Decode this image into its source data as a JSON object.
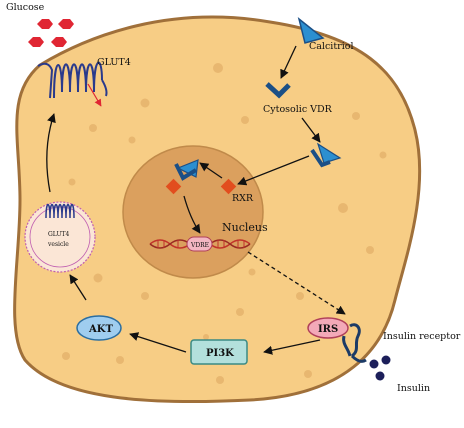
{
  "labels": {
    "glucose": "Glucose",
    "glut4": "GLUT4",
    "calcitriol": "Calcitriol",
    "cytosolic_vdr": "Cytosolic VDR",
    "rxr": "RXR",
    "nucleus": "Nucleus",
    "vdre": "VDRE",
    "glut4_vesicle_line1": "GLUT4",
    "glut4_vesicle_line2": "vesicle",
    "irs": "IRS",
    "insulin_receptor": "Insulin receptor",
    "insulin": "Insulin",
    "pi3k": "PI3K",
    "akt": "AKT"
  },
  "colors": {
    "cell_fill": "#f7cd85",
    "cell_stroke": "#a0703a",
    "granule": "#e8b770",
    "nucleus_fill": "#dba05e",
    "nucleus_stroke": "#c08a4a",
    "glucose": "#e02633",
    "glut4_protein": "#2a3a8c",
    "vdr_fill": "#2c8fd0",
    "vdr_dark": "#1b4f86",
    "rxr": "#e24d1e",
    "dna": "#c2332a",
    "vdre_fill": "#f3b6c2",
    "vesicle_stroke": "#c05eb0",
    "vesicle_fill": "#fbe6d6",
    "irs_fill": "#f3a9b8",
    "irs_stroke": "#b0405a",
    "pi3k_fill": "#b3e0dc",
    "pi3k_stroke": "#3a8a84",
    "akt_fill": "#9fcdef",
    "akt_stroke": "#2a6da0",
    "insulin": "#1c1f5a",
    "arrow": "#111111"
  },
  "icons": [
    "glucose-hexagon",
    "glut4-transporter",
    "calcitriol-triangle",
    "vdr-chevron",
    "rxr-diamond",
    "dna-helix",
    "insulin-receptor",
    "insulin-dot"
  ]
}
